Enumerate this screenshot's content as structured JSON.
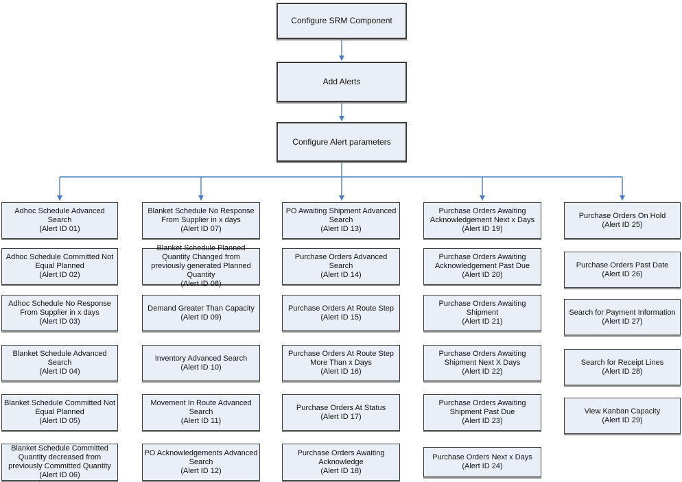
{
  "colors": {
    "box_fill": "#e9eef7",
    "box_border": "#3a3a3a",
    "shadow": "#8f8f8f",
    "arrow": "#4f7dc2"
  },
  "flow": {
    "top_nodes": [
      {
        "label": "Configure SRM Component"
      },
      {
        "label": "Add Alerts"
      },
      {
        "label": "Configure Alert parameters"
      }
    ],
    "columns": [
      {
        "items": [
          {
            "title": "Adhoc Schedule Advanced Search",
            "alert_id": "(Alert ID 01)"
          },
          {
            "title": "Adhoc Schedule Committed Not Equal Planned",
            "alert_id": "(Alert ID 02)"
          },
          {
            "title": "Adhoc Schedule No Response From Supplier in x days",
            "alert_id": "(Alert ID 03)"
          },
          {
            "title": "Blanket Schedule Advanced Search",
            "alert_id": "(Alert ID 04)"
          },
          {
            "title": "Blanket Schedule Committed Not Equal Planned",
            "alert_id": "(Alert ID 05)"
          },
          {
            "title": "Blanket Schedule Committed Quantity decreased from previously Committed Quantity",
            "alert_id": "(Alert ID 06)"
          }
        ]
      },
      {
        "items": [
          {
            "title": "Blanket Schedule No Response From Supplier in x days",
            "alert_id": "(Alert ID 07)"
          },
          {
            "title": "Blanket Schedule Planned Quantity Changed from previously generated Planned Quantity",
            "alert_id": "(Alert ID 08)"
          },
          {
            "title": "Demand Greater Than Capacity",
            "alert_id": "(Alert ID 09)"
          },
          {
            "title": "Inventory Advanced Search",
            "alert_id": "(Alert ID 10)"
          },
          {
            "title": "Movement In Route Advanced Search",
            "alert_id": "(Alert ID 11)"
          },
          {
            "title": "PO Acknowledgements Advanced Search",
            "alert_id": "(Alert ID 12)"
          }
        ]
      },
      {
        "items": [
          {
            "title": "PO Awaiting Shipment Advanced Search",
            "alert_id": "(Alert ID 13)"
          },
          {
            "title": "Purchase Orders Advanced Search",
            "alert_id": "(Alert ID 14)"
          },
          {
            "title": "Purchase Orders At Route Step",
            "alert_id": "(Alert ID 15)"
          },
          {
            "title": "Purchase Orders At Route Step More Than x Days",
            "alert_id": "(Alert ID 16)"
          },
          {
            "title": "Purchase Orders At Status",
            "alert_id": "(Alert ID 17)"
          },
          {
            "title": "Purchase Orders Awaiting Acknowledge",
            "alert_id": "(Alert ID 18)"
          }
        ]
      },
      {
        "items": [
          {
            "title": "Purchase Orders Awaiting Acknowledgement Next x Days",
            "alert_id": "(Alert ID 19)"
          },
          {
            "title": "Purchase Orders Awaiting Acknowledgement Past Due",
            "alert_id": "(Alert ID 20)"
          },
          {
            "title": "Purchase Orders Awaiting Shipment",
            "alert_id": "(Alert ID 21)"
          },
          {
            "title": "Purchase Orders Awaiting Shipment Next X Days",
            "alert_id": "(Alert ID 22)"
          },
          {
            "title": "Purchase Orders Awaiting Shipment Past Due",
            "alert_id": "(Alert ID 23)"
          },
          {
            "title": "Purchase Orders Next x Days",
            "alert_id": "(Alert ID 24)"
          }
        ]
      },
      {
        "items": [
          {
            "title": "Purchase Orders On Hold",
            "alert_id": "(Alert ID 25)"
          },
          {
            "title": "Purchase Orders Past Date",
            "alert_id": "(Alert ID 26)"
          },
          {
            "title": "Search for Payment Information",
            "alert_id": "(Alert ID 27)"
          },
          {
            "title": "Search for Receipt Lines",
            "alert_id": "(Alert ID 28)"
          },
          {
            "title": "View Kanban Capacity",
            "alert_id": "(Alert ID 29)"
          }
        ]
      }
    ]
  }
}
